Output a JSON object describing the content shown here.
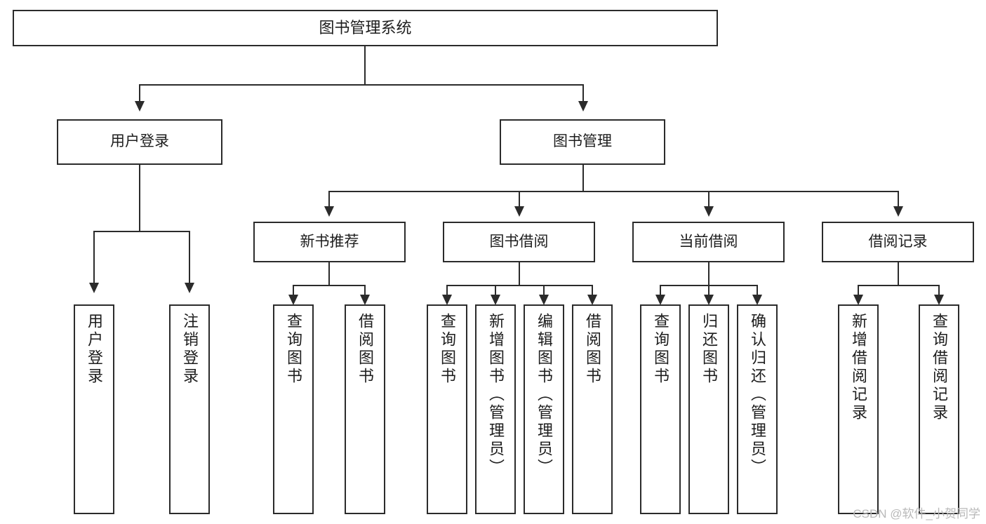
{
  "diagram": {
    "title": "图书管理系统",
    "watermark": "CSDN @软件_小贺同学",
    "levels": {
      "root": "图书管理系统",
      "level2": [
        "用户登录",
        "图书管理"
      ],
      "level3": [
        "新书推荐",
        "图书借阅",
        "当前借阅",
        "借阅记录"
      ]
    },
    "nodes": {
      "root": "图书管理系统",
      "user_login": "用户登录",
      "book_manage": "图书管理",
      "new_book_rec": "新书推荐",
      "book_borrow": "图书借阅",
      "current_borrow": "当前借阅",
      "borrow_record": "借阅记录",
      "leaf_user_login": "用户登录",
      "leaf_logout": "注销登录",
      "leaf_query_book_1": "查询图书",
      "leaf_borrow_book_1": "借阅图书",
      "leaf_query_book_2": "查询图书",
      "leaf_add_book_admin": "新增图书（管理员）",
      "leaf_edit_book_admin": "编辑图书（管理员）",
      "leaf_borrow_book_2": "借阅图书",
      "leaf_query_book_3": "查询图书",
      "leaf_return_book": "归还图书",
      "leaf_confirm_return_admin": "确认归还（管理员）",
      "leaf_add_record": "新增借阅记录",
      "leaf_query_record": "查询借阅记录"
    },
    "colors": {
      "border": "#2b2b2b",
      "text": "#1d1d1d",
      "background": "#ffffff",
      "watermark": "#b9b9b9"
    }
  }
}
